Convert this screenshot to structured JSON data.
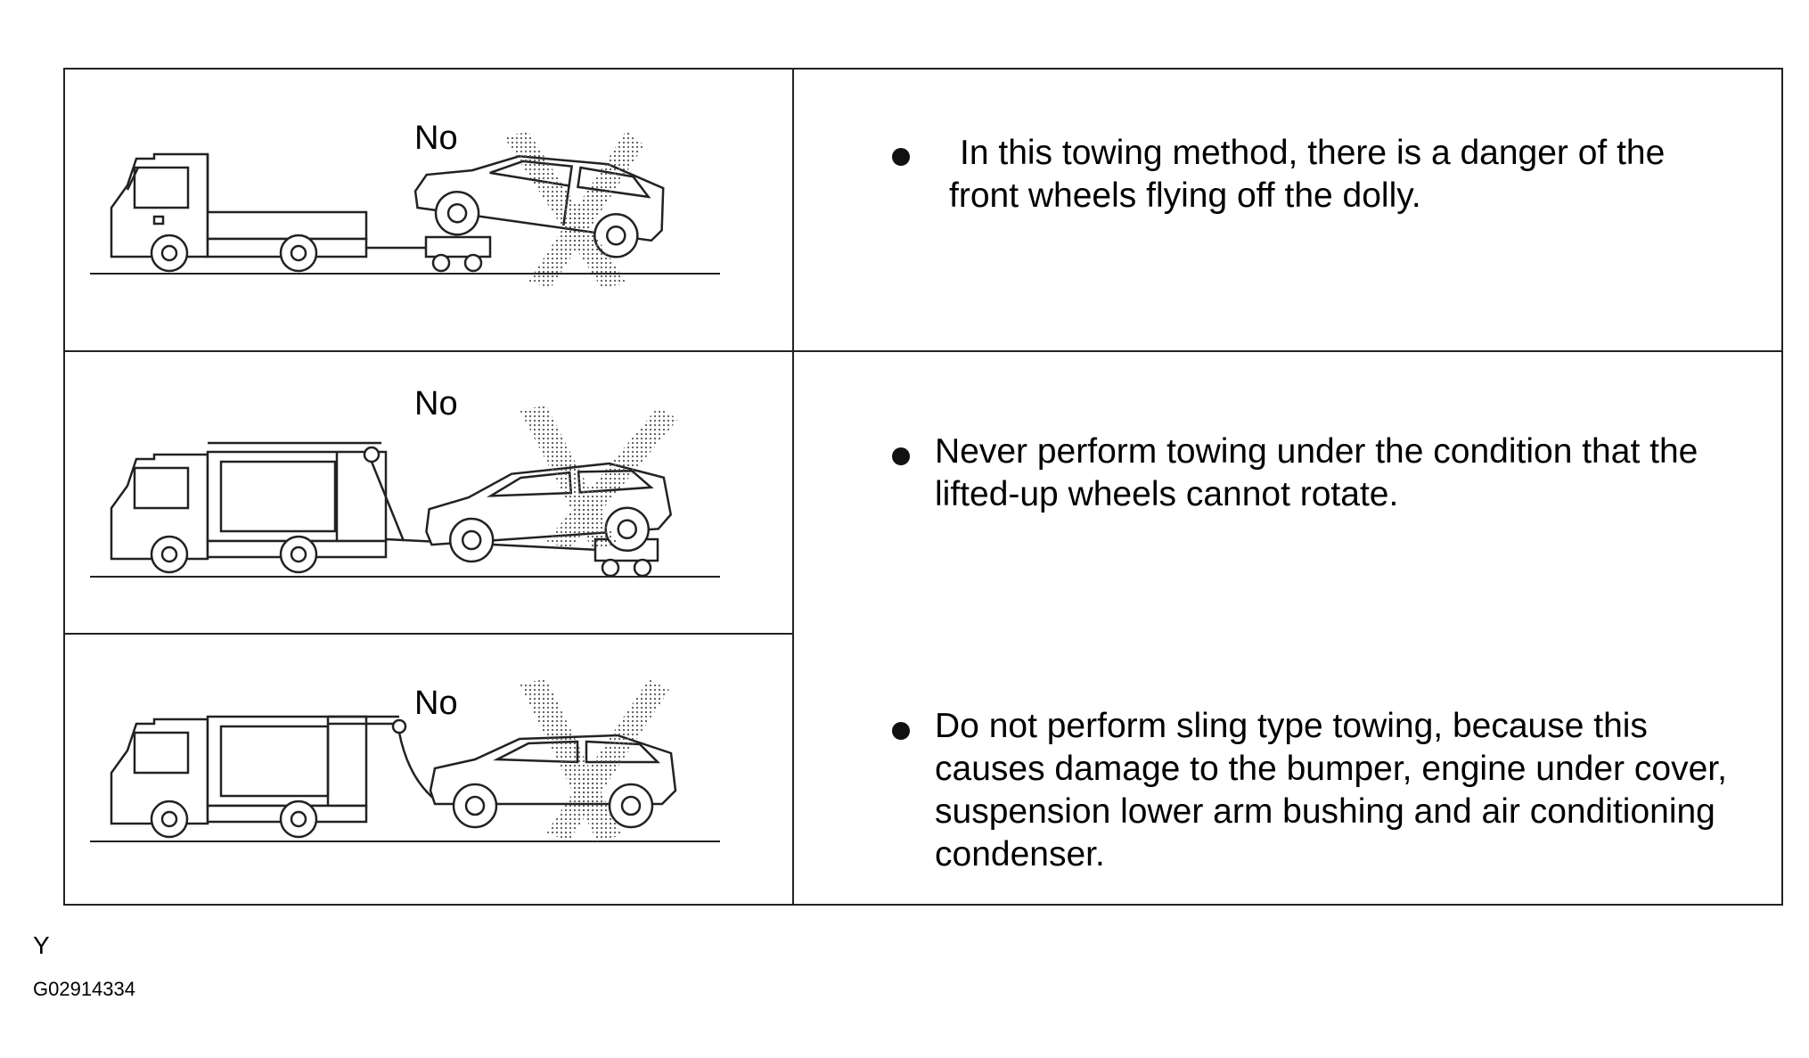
{
  "rows": [
    {
      "no_label": "No",
      "method": "tow-dolly-front-wheels",
      "text": "In this towing method, there is a danger of the front wheels flying off the dolly.",
      "lines": [
        "In this towing method, there is a danger of the",
        "front wheels flying off the dolly."
      ]
    },
    {
      "no_label": "No",
      "method": "wheel-lift-rear-on-dolly",
      "text": "Never perform towing under the condition that the lifted-up wheels cannot rotate.",
      "lines": [
        "Never perform towing under the condition that the",
        "lifted-up  wheels cannot rotate."
      ]
    },
    {
      "no_label": "No",
      "method": "sling-type",
      "text": "Do not perform sling type towing, because this causes damage to the bumper, engine under cover, suspension lower arm bushing and air conditioning condenser.",
      "lines": [
        "Do not perform sling type towing, because this",
        "causes damage to the bumper, engine under cover,",
        "suspension lower arm bushing and air conditioning",
        "condenser."
      ]
    }
  ],
  "footer": {
    "code_line1": "Y",
    "code_line2": "G02914334"
  },
  "colors": {
    "line": "#222222",
    "hatch": "#666666"
  }
}
